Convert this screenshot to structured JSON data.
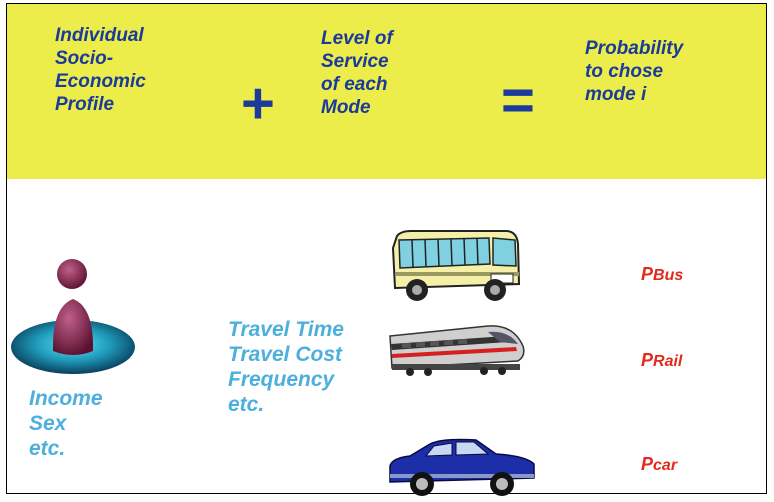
{
  "header": {
    "left": [
      "Individual",
      "Socio-",
      "Economic",
      "Profile"
    ],
    "plus": "+",
    "middle": [
      "Level of",
      "Service",
      "of each",
      "Mode"
    ],
    "equals": "=",
    "right": [
      "Probability",
      "to chose",
      "mode i"
    ]
  },
  "person": {
    "attributes": [
      "Income",
      "Sex",
      "etc."
    ]
  },
  "mode_attributes": [
    "Travel Time",
    "Travel Cost",
    "Frequency",
    "etc."
  ],
  "modes": [
    {
      "icon": "bus-icon",
      "prob_p": "P",
      "prob_name": "Bus"
    },
    {
      "icon": "train-icon",
      "prob_p": "P",
      "prob_name": "Rail"
    },
    {
      "icon": "car-icon",
      "prob_p": "P",
      "prob_name": "car"
    }
  ],
  "colors": {
    "banner": "#ecec4a",
    "header_text": "#1a3a9c",
    "attribute_text": "#4db0dc",
    "probability_text": "#e22a1e"
  }
}
